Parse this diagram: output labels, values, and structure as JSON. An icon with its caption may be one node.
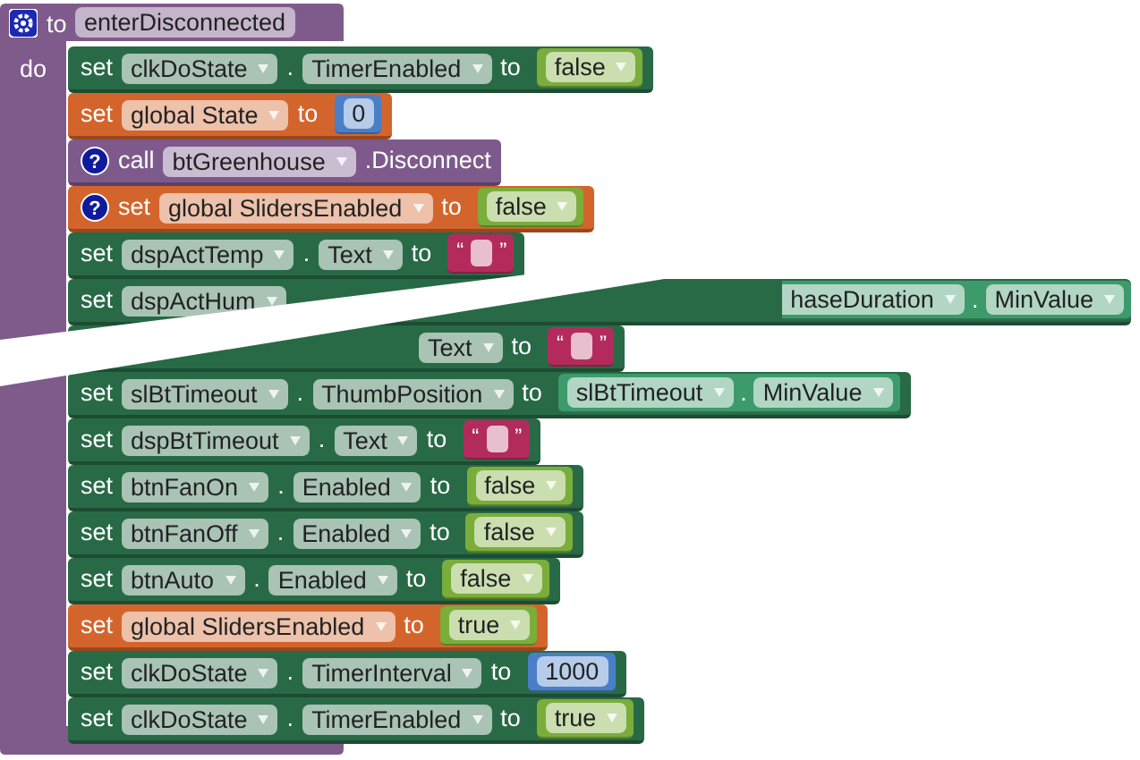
{
  "diagram": {
    "nodes": [
      {
        "text": [
          "to",
          "enterDisconnected",
          "do"
        ]
      },
      {
        "text": [
          "set",
          "clkDoState",
          ".",
          "TimerEnabled",
          "to"
        ]
      },
      {
        "text": [
          "false"
        ],
        "in": 1
      },
      {
        "text": [
          "set",
          "global State",
          "to"
        ]
      },
      {
        "text": [
          "0"
        ],
        "in": 3
      },
      {
        "text": [
          "?",
          "call",
          "btGreenhouse",
          ".Disconnect"
        ]
      },
      {
        "text": [
          "?",
          "set",
          "global SlidersEnabled",
          "to"
        ]
      },
      {
        "text": [
          "false"
        ],
        "in": 6
      },
      {
        "text": [
          "set",
          "dspActTemp",
          ".",
          "Text",
          "to"
        ]
      },
      {
        "text": [
          "“",
          "”"
        ],
        "in": 8
      },
      {
        "text": [
          "set",
          "dspActHum"
        ]
      },
      {
        "text": [
          "haseDuration",
          ".",
          "MinValue"
        ],
        "in": 10
      },
      {
        "text": [
          "Text",
          "to"
        ]
      },
      {
        "text": [
          "“",
          "”"
        ],
        "in": 12
      },
      {
        "text": [
          "set",
          "slBtTimeout",
          ".",
          "ThumbPosition",
          "to"
        ]
      },
      {
        "text": [
          "slBtTimeout",
          ".",
          "MinValue"
        ],
        "in": 14
      },
      {
        "text": [
          "set",
          "dspBtTimeout",
          ".",
          "Text",
          "to"
        ]
      },
      {
        "text": [
          "“",
          "”"
        ],
        "in": 16
      },
      {
        "text": [
          "set",
          "btnFanOn",
          ".",
          "Enabled",
          "to"
        ]
      },
      {
        "text": [
          "false"
        ],
        "in": 18
      },
      {
        "text": [
          "set",
          "btnFanOff",
          ".",
          "Enabled",
          "to"
        ]
      },
      {
        "text": [
          "false"
        ],
        "in": 20
      },
      {
        "text": [
          "set",
          "btnAuto",
          ".",
          "Enabled",
          "to"
        ]
      },
      {
        "text": [
          "false"
        ],
        "in": 22
      },
      {
        "text": [
          "set",
          "global SlidersEnabled",
          "to"
        ]
      },
      {
        "text": [
          "true"
        ],
        "in": 24
      },
      {
        "text": [
          "set",
          "clkDoState",
          ".",
          "TimerInterval",
          "to"
        ]
      },
      {
        "text": [
          "1000"
        ],
        "in": 26
      },
      {
        "text": [
          "set",
          "clkDoState",
          ".",
          "TimerEnabled",
          "to"
        ]
      },
      {
        "text": [
          "true"
        ],
        "in": 28
      }
    ]
  }
}
